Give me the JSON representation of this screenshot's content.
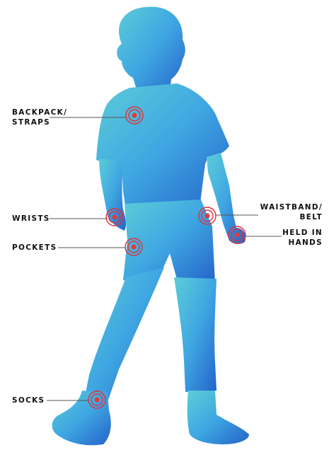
{
  "diagram": {
    "colors": {
      "silhouette_light": "#5ccdd8",
      "silhouette_mid": "#3fa6e2",
      "silhouette_dark": "#2463c9",
      "marker_ring": "#e0303a",
      "marker_dot": "#e53935",
      "leader_line": "#555555",
      "label_text": "#111111"
    },
    "labels": {
      "backpack": {
        "line1": "BACKPACK/",
        "line2": "STRAPS"
      },
      "wrists": {
        "line1": "WRISTS"
      },
      "pockets": {
        "line1": "POCKETS"
      },
      "socks": {
        "line1": "SOCKS"
      },
      "waistband": {
        "line1": "WAISTBAND/",
        "line2": "BELT"
      },
      "held": {
        "line1": "HELD IN",
        "line2": "HANDS"
      }
    }
  }
}
